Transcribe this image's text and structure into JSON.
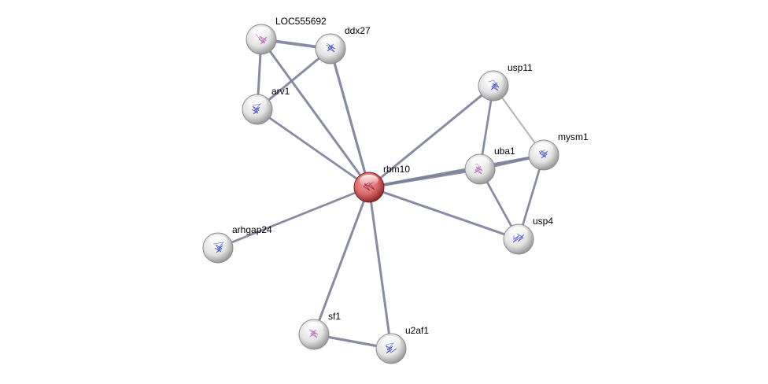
{
  "colors": {
    "edge": "#7a7f98",
    "edge_light": "#a9abb8",
    "node": "#e6e6e6",
    "query_node": "#d86a6a"
  },
  "nodes": [
    {
      "id": "LOC555692",
      "label": "LOC555692",
      "query": false
    },
    {
      "id": "ddx27",
      "label": "ddx27",
      "query": false
    },
    {
      "id": "arv1",
      "label": "arv1",
      "query": false
    },
    {
      "id": "rbm10",
      "label": "rbm10",
      "query": true
    },
    {
      "id": "usp11",
      "label": "usp11",
      "query": false
    },
    {
      "id": "mysm1",
      "label": "mysm1",
      "query": false
    },
    {
      "id": "uba1",
      "label": "uba1",
      "query": false
    },
    {
      "id": "usp4",
      "label": "usp4",
      "query": false
    },
    {
      "id": "arhgap24",
      "label": "arhgap24",
      "query": false
    },
    {
      "id": "sf1",
      "label": "sf1",
      "query": false
    },
    {
      "id": "u2af1",
      "label": "u2af1",
      "query": false
    }
  ],
  "edges": [
    {
      "from": "LOC555692",
      "to": "ddx27",
      "strength": 0.9
    },
    {
      "from": "LOC555692",
      "to": "arv1",
      "strength": 0.6
    },
    {
      "from": "LOC555692",
      "to": "rbm10",
      "strength": 0.6
    },
    {
      "from": "ddx27",
      "to": "arv1",
      "strength": 0.6
    },
    {
      "from": "ddx27",
      "to": "rbm10",
      "strength": 0.7
    },
    {
      "from": "arv1",
      "to": "rbm10",
      "strength": 0.5
    },
    {
      "from": "rbm10",
      "to": "usp11",
      "strength": 0.6
    },
    {
      "from": "rbm10",
      "to": "uba1",
      "strength": 0.8
    },
    {
      "from": "rbm10",
      "to": "mysm1",
      "strength": 0.7
    },
    {
      "from": "rbm10",
      "to": "usp4",
      "strength": 0.6
    },
    {
      "from": "rbm10",
      "to": "arhgap24",
      "strength": 0.5
    },
    {
      "from": "rbm10",
      "to": "sf1",
      "strength": 0.6
    },
    {
      "from": "rbm10",
      "to": "u2af1",
      "strength": 0.6
    },
    {
      "from": "sf1",
      "to": "u2af1",
      "strength": 0.7
    },
    {
      "from": "usp11",
      "to": "uba1",
      "strength": 0.5
    },
    {
      "from": "usp11",
      "to": "mysm1",
      "strength": 0.2
    },
    {
      "from": "uba1",
      "to": "mysm1",
      "strength": 0.6
    },
    {
      "from": "uba1",
      "to": "usp4",
      "strength": 0.5
    },
    {
      "from": "mysm1",
      "to": "usp4",
      "strength": 0.5
    }
  ]
}
